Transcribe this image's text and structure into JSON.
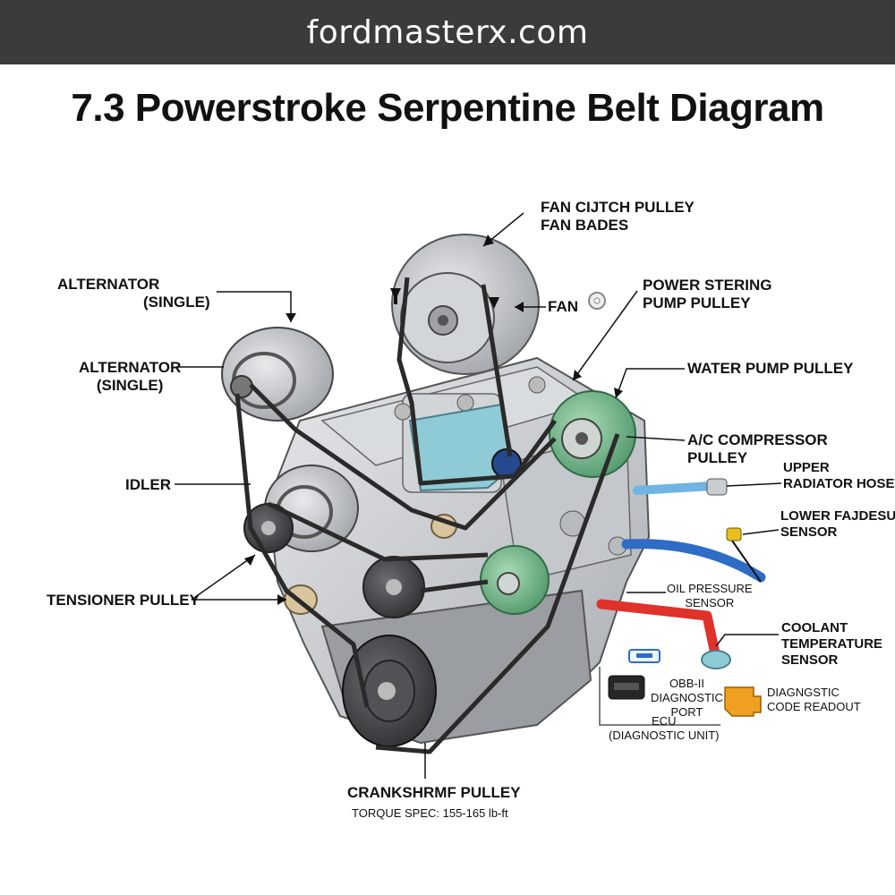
{
  "header": {
    "site": "fordmasterx.com",
    "title": "7.3 Powerstroke Serpentine Belt Diagram"
  },
  "labels": {
    "fan_clutch_line1": "FAN CIJTCH PULLEY",
    "fan_clutch_line2": "FAN BADES",
    "fan": "FAN",
    "alternator_top_line1": "ALTERNATOR",
    "alternator_top_line2": "(SINGLE)",
    "alternator_mid_line1": "ALTERNATOR",
    "alternator_mid_line2": "(SINGLE)",
    "power_steering_line1": "POWER STERING",
    "power_steering_line2": "PUMP PULLEY",
    "water_pump": "WATER PUMP PULLEY",
    "ac_compressor_line1": "A/C COMPRESSOR",
    "ac_compressor_line2": "PULLEY",
    "upper_radiator_line1": "UPPER",
    "upper_radiator_line2": "RADIATOR HOSE",
    "lower_sensor_line1": "LOWER FAJDESURE",
    "lower_sensor_line2": "SENSOR",
    "idler": "IDLER",
    "oil_pressure_line1": "OIL PRESSURE",
    "oil_pressure_line2": "SENSOR",
    "tensioner": "TENSIONER PULLEY",
    "coolant_line1": "COOLANT",
    "coolant_line2": "TEMPERATURE",
    "coolant_line3": "SENSOR",
    "obd_line1": "OBB-II",
    "obd_line2": "DIAGNOSTIC",
    "obd_line3": "PORT",
    "diag_readout_line1": "DIAGNGSTIC",
    "diag_readout_line2": "CODE READOUT",
    "ecu_line1": "ECU",
    "ecu_line2": "(DIAGNOSTIC UNIT)",
    "crankshaft": "CRANKSHRMF PULLEY",
    "torque_spec": "TORQUE SPEC: 155-165 lb-ft"
  },
  "colors": {
    "banner": "#3b3b3b",
    "engine_metal": "#c9ccd0",
    "belt": "#2a2a2a",
    "green_pulley": "#6fae86",
    "blue_hose": "#2f6cc6",
    "red_hose": "#e0312b",
    "water_pump_body": "#8fcbd6",
    "engine_light": "#f0a020"
  }
}
